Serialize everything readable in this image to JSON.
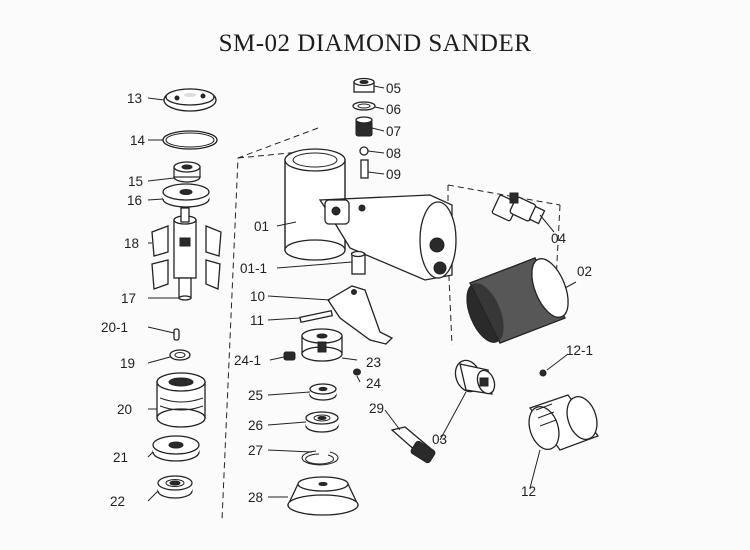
{
  "title": "SM-02 DIAMOND SANDER",
  "labels": {
    "p13": "13",
    "p14": "14",
    "p15": "15",
    "p16": "16",
    "p18": "18",
    "p17": "17",
    "p20_1": "20-1",
    "p19": "19",
    "p20": "20",
    "p21": "21",
    "p22": "22",
    "p05": "05",
    "p06": "06",
    "p07": "07",
    "p08": "08",
    "p09": "09",
    "p01": "01",
    "p01_1": "01-1",
    "p10": "10",
    "p11": "11",
    "p24_1": "24-1",
    "p23": "23",
    "p24": "24",
    "p25": "25",
    "p26": "26",
    "p27": "27",
    "p28": "28",
    "p29": "29",
    "p04": "04",
    "p02": "02",
    "p12_1": "12-1",
    "p03": "03",
    "p12": "12"
  }
}
